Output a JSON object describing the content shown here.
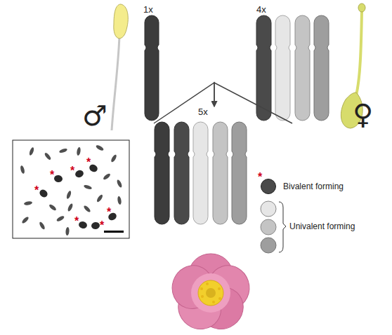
{
  "diagram": {
    "nodes": [
      {
        "text": [
          "1x"
        ]
      },
      {
        "text": [
          "4x"
        ]
      },
      {
        "text": [
          "5x"
        ]
      }
    ],
    "edges": [
      {
        "from": 0,
        "to": 2,
        "arrow": "to"
      },
      {
        "from": 1,
        "to": 2,
        "arrow": "to"
      }
    ],
    "labels": [
      "♂",
      "♀",
      "*",
      "*",
      "*",
      "*",
      "*",
      "*",
      "*",
      "*"
    ],
    "legend": [
      {
        "text": "Bivalent forming",
        "color": "#4a4a4a"
      },
      {
        "text": "Univalent forming"
      }
    ]
  }
}
